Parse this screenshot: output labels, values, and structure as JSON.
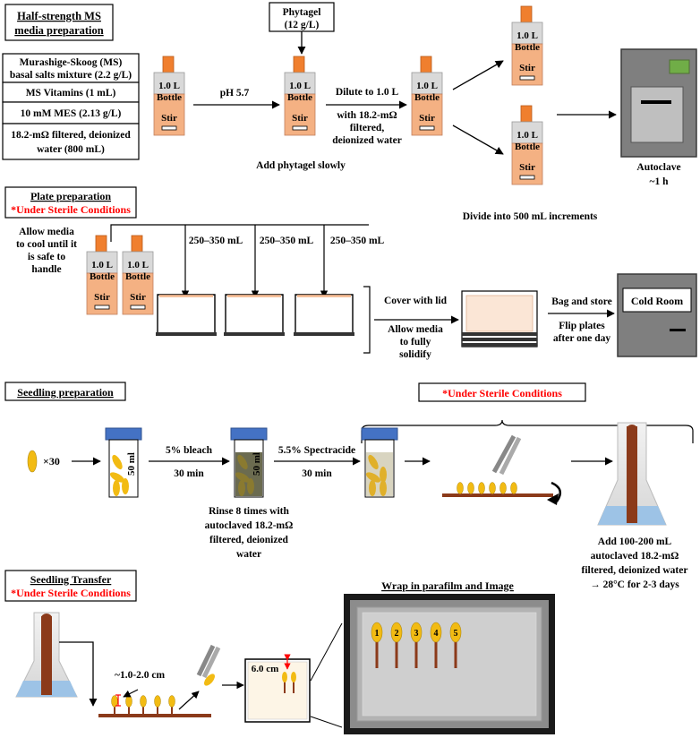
{
  "section1": {
    "title_line1": "Half-strength MS",
    "title_line2": "media preparation",
    "ingredients": [
      [
        "Murashige-Skoog (MS)",
        "basal salts mixture (2.2 g/L)"
      ],
      [
        "MS Vitamins (1 mL)"
      ],
      [
        "10 mM MES (2.13 g/L)"
      ],
      [
        "18.2-mΩ filtered, deionized",
        "water (800 mL)"
      ]
    ],
    "phytagel_line1": "Phytagel",
    "phytagel_line2": "(12 g/L)",
    "ph": "pH 5.7",
    "add_phytagel": "Add phytagel slowly",
    "dilute": "Dilute to 1.0 L",
    "dilute_with_1": "with 18.2-mΩ",
    "dilute_with_2": "filtered,",
    "dilute_with_3": "deionized water",
    "divide": "Divide into 500 mL increments",
    "autoclave_1": "Autoclave",
    "autoclave_2": "~1 h"
  },
  "bottle": {
    "volume": "1.0 L",
    "label": "Bottle",
    "stir": "Stir"
  },
  "section2": {
    "title": "Plate preparation",
    "sterile": "*Under Sterile Conditions",
    "cool": [
      "Allow media",
      "to cool until it",
      "is safe to",
      "handle"
    ],
    "pour": "250–350 mL",
    "cover": "Cover with lid",
    "solidify": [
      "Allow media",
      "to fully",
      "solidify"
    ],
    "bag": "Bag and store",
    "flip": [
      "Flip plates",
      "after one day"
    ],
    "cold_room": "Cold Room"
  },
  "section3": {
    "title": "Seedling preparation",
    "sterile": "*Under Sterile Conditions",
    "count": "×30",
    "tube_label": "50 ml",
    "bleach": "5% bleach",
    "bleach_time": "30 min",
    "spectracide": "5.5% Spectracide",
    "spectracide_time": "30 min",
    "rinse": [
      "Rinse 8 times with",
      "autoclaved 18.2-mΩ",
      "filtered, deionized",
      "water"
    ],
    "add_water": [
      "Add 100-200 mL",
      "autoclaved 18.2-mΩ",
      "filtered, deionized water",
      "→ 28°C for 2-3 days"
    ]
  },
  "section4": {
    "title": "Seedling Transfer",
    "sterile": "*Under Sterile Conditions",
    "spacing": "~1.0-2.0 cm",
    "distance": "6.0 cm",
    "wrap": "Wrap in parafilm and Image",
    "numbers": [
      "1",
      "2",
      "3",
      "4",
      "5"
    ]
  },
  "colors": {
    "bottle_cap": "#f07f2e",
    "bottle_top": "#d9d9d9",
    "bottle_liquid": "#f4b183",
    "tube_cap": "#4472c4",
    "seed": "#f2bb13",
    "stem": "#8b3a1a",
    "autoclave": "#7f7f7f",
    "autoclave_light": "#70ad47",
    "red_text": "#ff0000"
  }
}
